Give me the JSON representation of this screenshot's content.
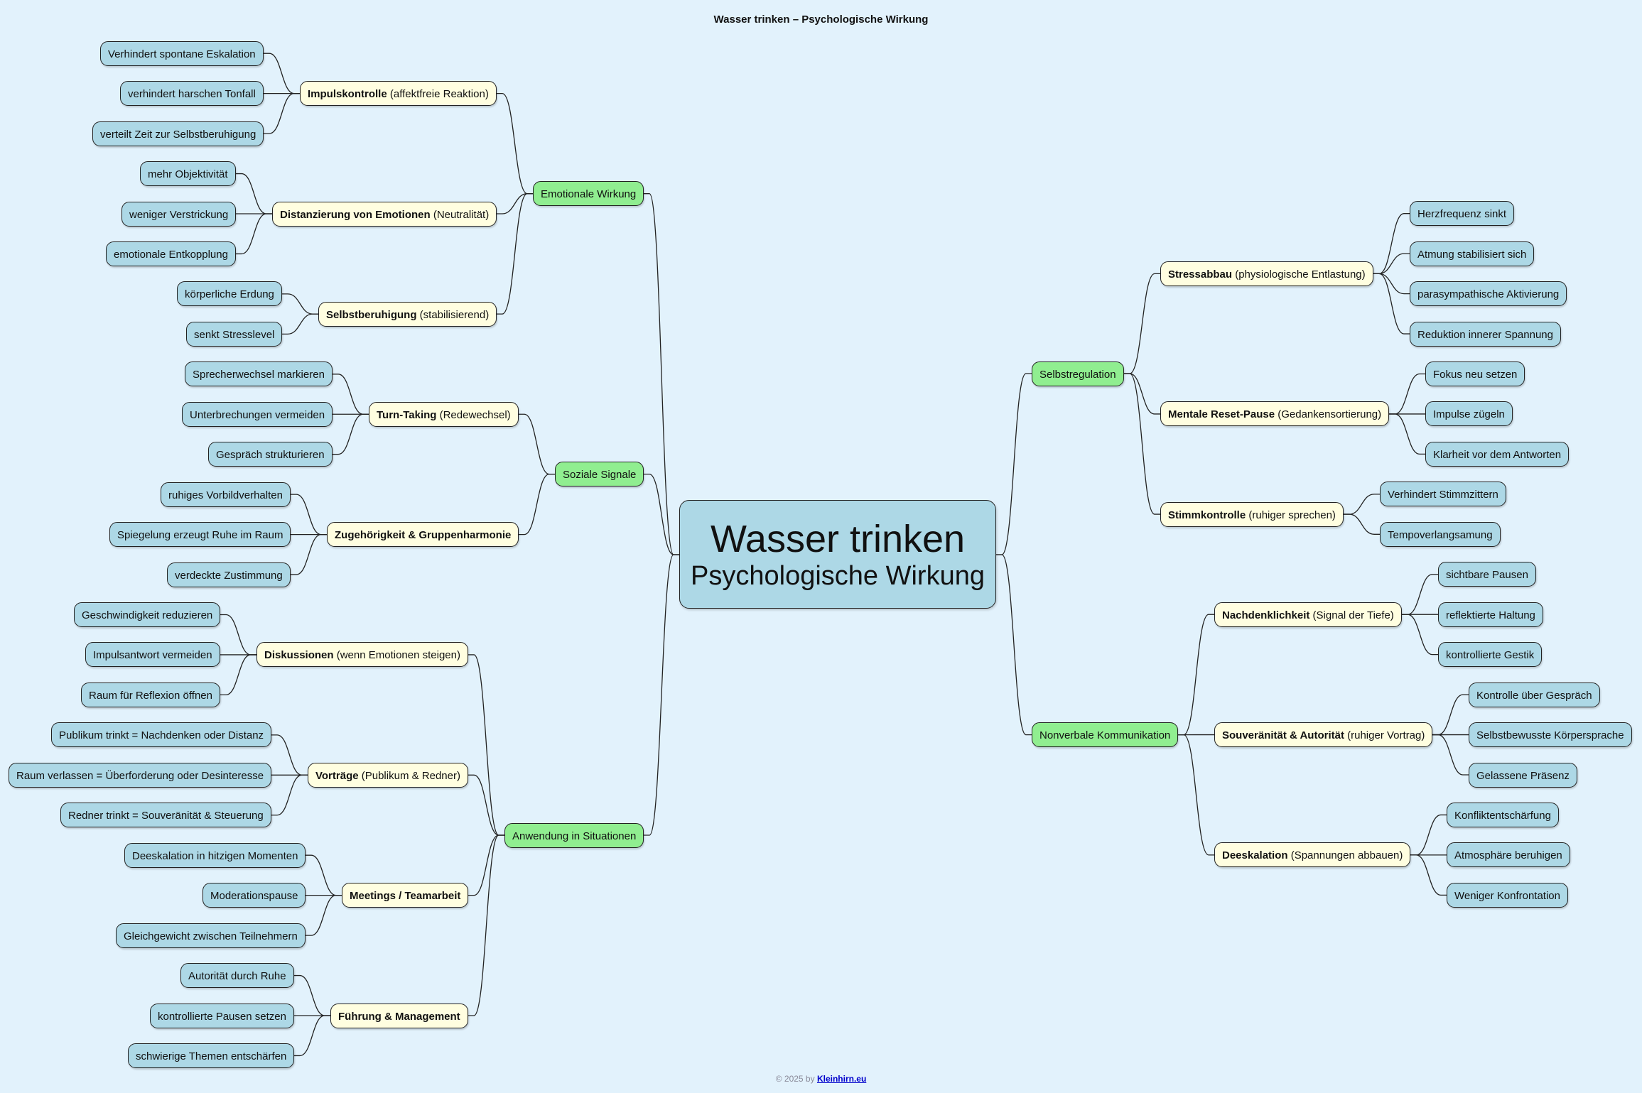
{
  "title": "Wasser trinken – Psychologische Wirkung",
  "root": {
    "line1": "Wasser trinken",
    "line2": "Psychologische Wirkung"
  },
  "footer": {
    "prefix": "© 2025 by ",
    "link": "Kleinhirn.eu"
  },
  "colors": {
    "background": "#e2f2fc",
    "root": "#add8e6",
    "branch": "#90ee90",
    "subtopic": "#fffee0",
    "leaf": "#add8e6"
  },
  "left": [
    {
      "label": "Emotionale Wirkung",
      "children": [
        {
          "bold": "Impulskontrolle",
          "rest": " (affektfreie Reaktion)",
          "leaves": [
            "Verhindert spontane Eskalation",
            "verhindert harschen Tonfall",
            "verteilt Zeit zur Selbstberuhigung"
          ]
        },
        {
          "bold": "Distanzierung von Emotionen",
          "rest": " (Neutralität)",
          "leaves": [
            "mehr Objektivität",
            "weniger Verstrickung",
            "emotionale Entkopplung"
          ]
        },
        {
          "bold": "Selbstberuhigung",
          "rest": " (stabilisierend)",
          "leaves": [
            "körperliche Erdung",
            "senkt Stresslevel"
          ]
        }
      ]
    },
    {
      "label": "Soziale Signale",
      "children": [
        {
          "bold": "Turn-Taking",
          "rest": " (Redewechsel)",
          "leaves": [
            "Sprecherwechsel markieren",
            "Unterbrechungen vermeiden",
            "Gespräch strukturieren"
          ]
        },
        {
          "bold": "Zugehörigkeit & Gruppenharmonie",
          "rest": "",
          "leaves": [
            "ruhiges Vorbildverhalten",
            "Spiegelung erzeugt Ruhe im Raum",
            "verdeckte Zustimmung"
          ]
        }
      ]
    },
    {
      "label": "Anwendung in Situationen",
      "children": [
        {
          "bold": "Diskussionen",
          "rest": " (wenn Emotionen steigen)",
          "leaves": [
            "Geschwindigkeit reduzieren",
            "Impulsantwort vermeiden",
            "Raum für Reflexion öffnen"
          ]
        },
        {
          "bold": "Vorträge",
          "rest": " (Publikum & Redner)",
          "leaves": [
            "Publikum trinkt = Nachdenken oder Distanz",
            "Raum verlassen = Überforderung oder Desinteresse",
            "Redner trinkt = Souveränität & Steuerung"
          ]
        },
        {
          "bold": "Meetings / Teamarbeit",
          "rest": "",
          "leaves": [
            "Deeskalation in hitzigen Momenten",
            "Moderationspause",
            "Gleichgewicht zwischen Teilnehmern"
          ]
        },
        {
          "bold": "Führung & Management",
          "rest": "",
          "leaves": [
            "Autorität durch Ruhe",
            "kontrollierte Pausen setzen",
            "schwierige Themen entschärfen"
          ]
        }
      ]
    }
  ],
  "right": [
    {
      "label": "Selbstregulation",
      "children": [
        {
          "bold": "Stressabbau",
          "rest": " (physiologische Entlastung)",
          "leaves": [
            "Herzfrequenz sinkt",
            "Atmung stabilisiert sich",
            "parasympathische Aktivierung",
            "Reduktion innerer Spannung"
          ]
        },
        {
          "bold": "Mentale Reset-Pause",
          "rest": " (Gedankensortierung)",
          "leaves": [
            "Fokus neu setzen",
            "Impulse zügeln",
            "Klarheit vor dem Antworten"
          ]
        },
        {
          "bold": "Stimmkontrolle",
          "rest": " (ruhiger sprechen)",
          "leaves": [
            "Verhindert Stimmzittern",
            "Tempoverlangsamung"
          ]
        }
      ]
    },
    {
      "label": "Nonverbale Kommunikation",
      "children": [
        {
          "bold": "Nachdenklichkeit",
          "rest": " (Signal der Tiefe)",
          "leaves": [
            "sichtbare Pausen",
            "reflektierte Haltung",
            "kontrollierte Gestik"
          ]
        },
        {
          "bold": "Souveränität & Autorität",
          "rest": " (ruhiger Vortrag)",
          "leaves": [
            "Kontrolle über Gespräch",
            "Selbstbewusste Körpersprache",
            "Gelassene Präsenz"
          ]
        },
        {
          "bold": "Deeskalation",
          "rest": " (Spannungen abbauen)",
          "leaves": [
            "Konfliktentschärfung",
            "Atmosphäre beruhigen",
            "Weniger Konfrontation"
          ]
        }
      ]
    }
  ]
}
